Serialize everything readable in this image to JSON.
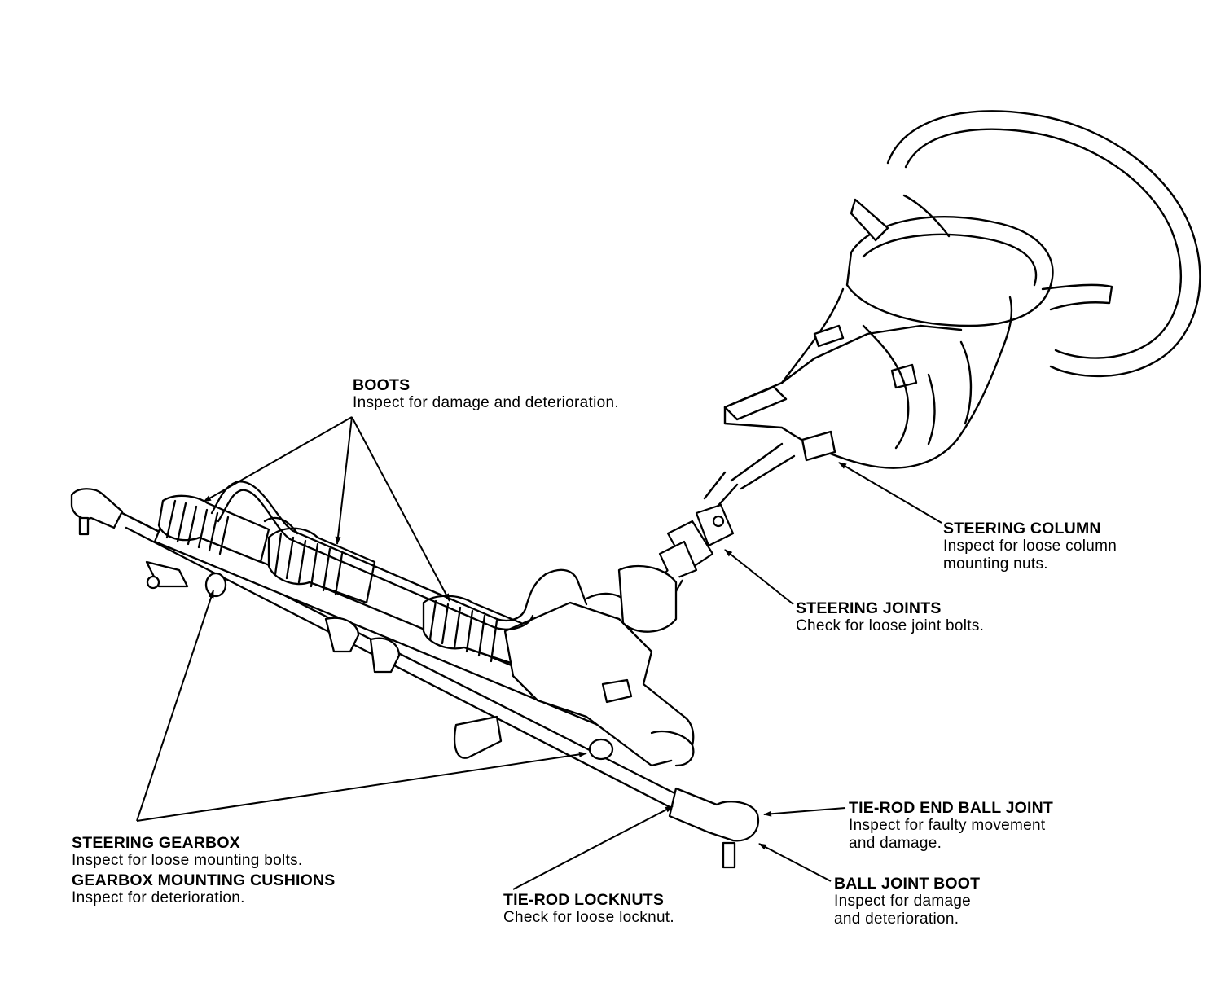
{
  "labels": {
    "boots": {
      "title": "BOOTS",
      "desc": [
        "Inspect for damage and deterioration."
      ]
    },
    "steering_column": {
      "title": "STEERING COLUMN",
      "desc": [
        "Inspect for loose column",
        "mounting nuts."
      ]
    },
    "steering_joints": {
      "title": "STEERING JOINTS",
      "desc": [
        "Check for loose joint bolts."
      ]
    },
    "tie_rod_end_ball_joint": {
      "title": "TIE-ROD END BALL JOINT",
      "desc": [
        "Inspect for faulty movement",
        "and damage."
      ]
    },
    "ball_joint_boot": {
      "title": "BALL JOINT BOOT",
      "desc": [
        "Inspect for damage",
        "and deterioration."
      ]
    },
    "tie_rod_locknuts": {
      "title": "TIE-ROD LOCKNUTS",
      "desc": [
        "Check for loose locknut."
      ]
    },
    "steering_gearbox": {
      "title": "STEERING GEARBOX",
      "desc": [
        "Inspect for loose mounting bolts."
      ]
    },
    "gearbox_mounting_cushions": {
      "title": "GEARBOX MOUNTING CUSHIONS",
      "desc": [
        "Inspect for deterioration."
      ]
    }
  },
  "icons": {
    "steering_wheel": "steering-wheel-drawing",
    "steering_rack": "steering-rack-drawing"
  },
  "colors": {
    "line": "#000000",
    "background": "#ffffff"
  }
}
